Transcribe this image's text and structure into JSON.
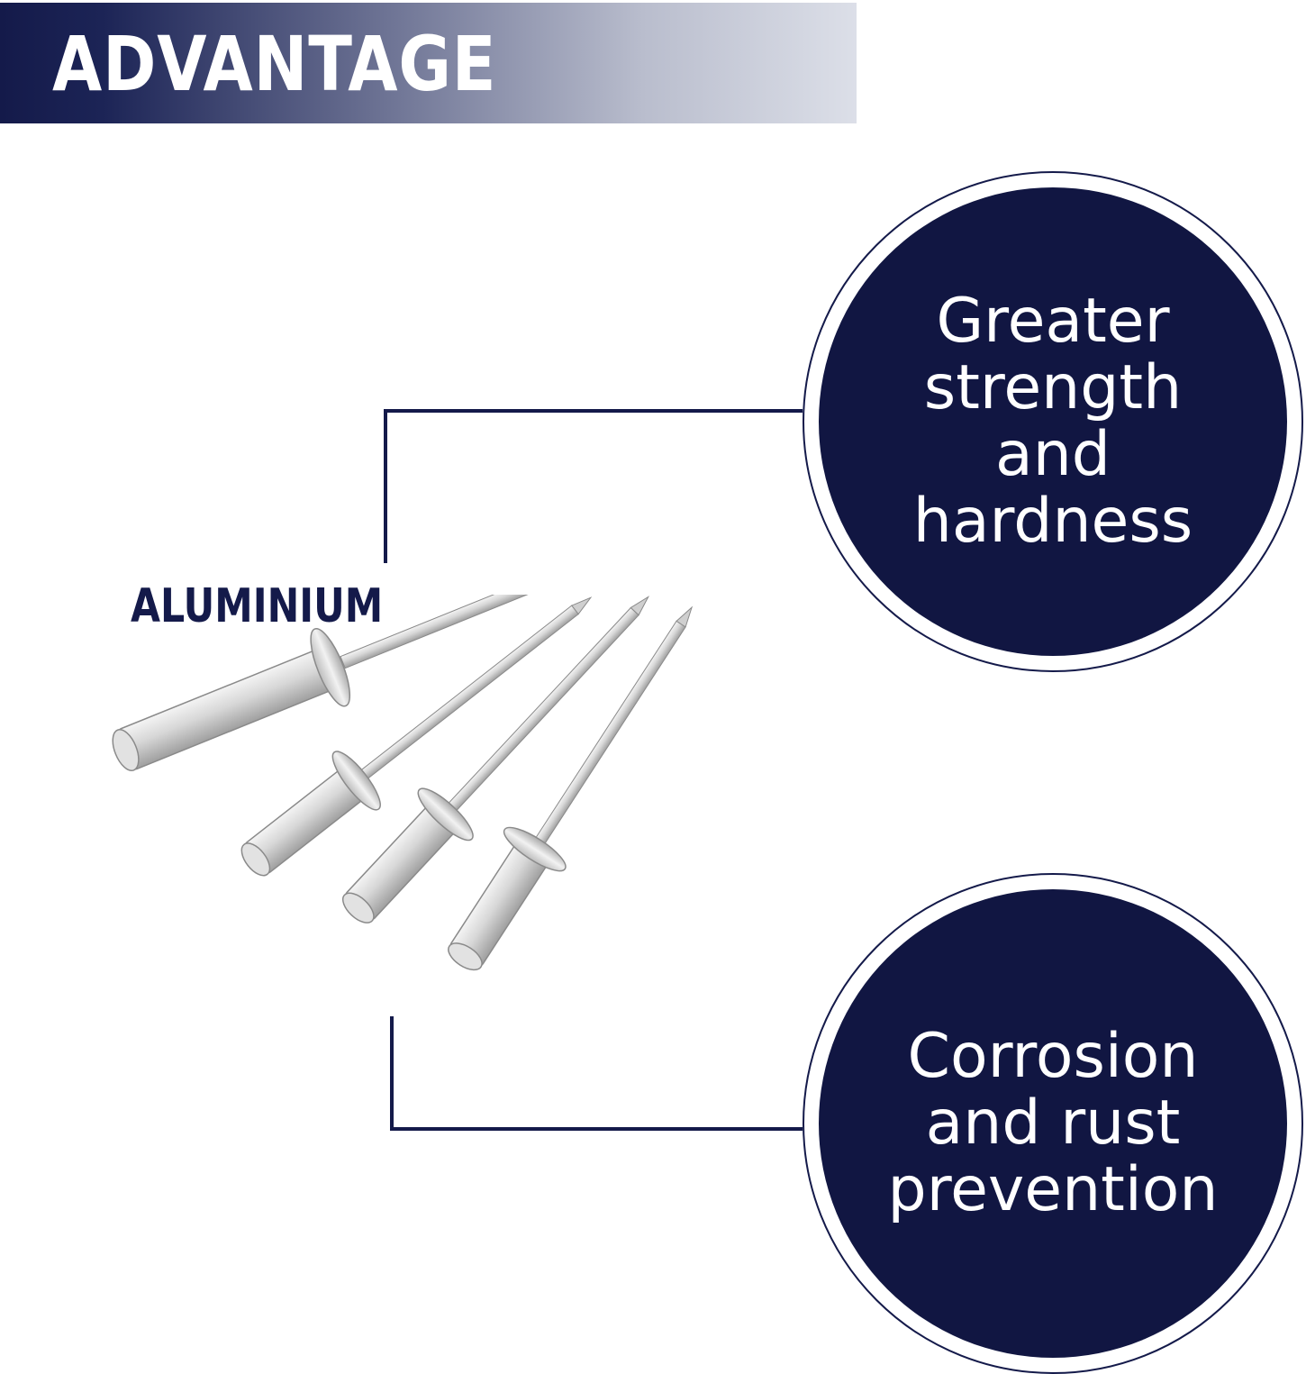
{
  "header": {
    "title": "ADVANTAGE"
  },
  "product": {
    "label": "ALUMINIUM",
    "image": "aluminium-blind-rivets"
  },
  "features": [
    {
      "text": "Greater strength and hardness"
    },
    {
      "text": "Corrosion and rust prevention"
    }
  ],
  "colors": {
    "navy": "#111642",
    "banner_start": "#141a4a",
    "banner_end": "#dcdfe8"
  }
}
